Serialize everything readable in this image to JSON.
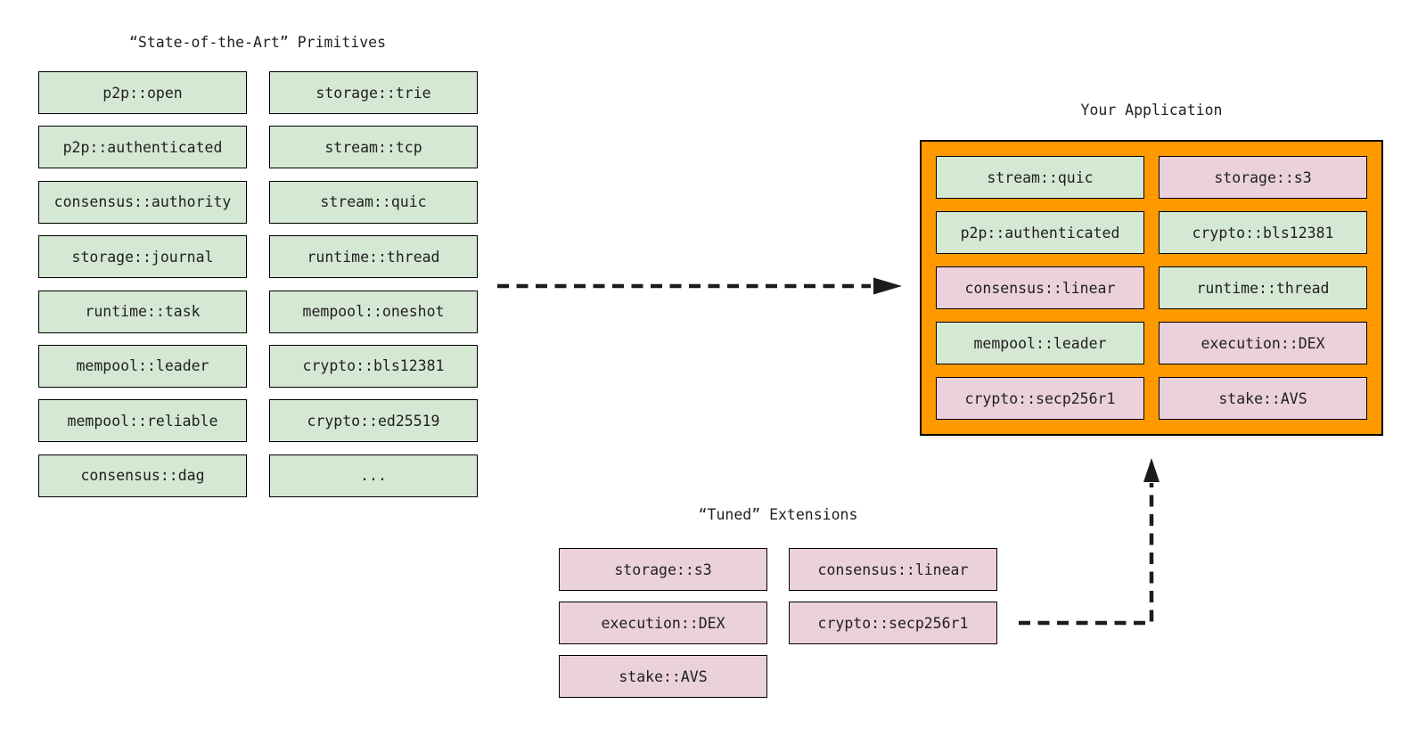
{
  "palette": {
    "primitive_green": "#d5e8d4",
    "extension_pink": "#ead1dc",
    "application_orange": "#ff9900",
    "box_border": "#000000",
    "arrow_black": "#1c1c1c",
    "text": "#1f1f1f",
    "background": "#ffffff"
  },
  "primitives": {
    "title": "“State-of-the-Art” Primitives",
    "col1": [
      "p2p::open",
      "p2p::authenticated",
      "consensus::authority",
      "storage::journal",
      "runtime::task",
      "mempool::leader",
      "mempool::reliable",
      "consensus::dag"
    ],
    "col2": [
      "storage::trie",
      "stream::tcp",
      "stream::quic",
      "runtime::thread",
      "mempool::oneshot",
      "crypto::bls12381",
      "crypto::ed25519",
      "..."
    ]
  },
  "application": {
    "title": "Your Application",
    "cells": [
      {
        "label": "stream::quic",
        "variant": "green"
      },
      {
        "label": "storage::s3",
        "variant": "pink"
      },
      {
        "label": "p2p::authenticated",
        "variant": "green"
      },
      {
        "label": "crypto::bls12381",
        "variant": "green"
      },
      {
        "label": "consensus::linear",
        "variant": "pink"
      },
      {
        "label": "runtime::thread",
        "variant": "green"
      },
      {
        "label": "mempool::leader",
        "variant": "green"
      },
      {
        "label": "execution::DEX",
        "variant": "pink"
      },
      {
        "label": "crypto::secp256r1",
        "variant": "pink"
      },
      {
        "label": "stake::AVS",
        "variant": "pink"
      }
    ]
  },
  "extensions": {
    "title": "“Tuned” Extensions",
    "col1": [
      "storage::s3",
      "execution::DEX",
      "stake::AVS"
    ],
    "col2": [
      "consensus::linear",
      "crypto::secp256r1"
    ]
  }
}
